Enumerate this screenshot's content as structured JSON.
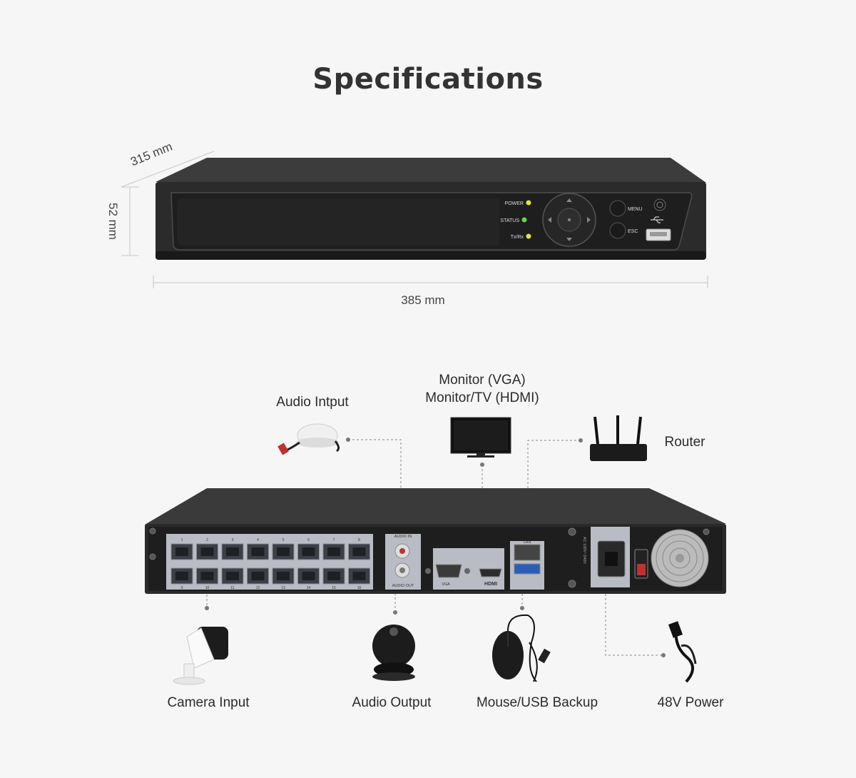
{
  "title": "Specifications",
  "dimensions": {
    "depth": "315 mm",
    "height": "52 mm",
    "width": "385 mm"
  },
  "front_panel": {
    "led_power": "POWER",
    "led_status": "STATUS",
    "led_txrx": "Tx/Rx",
    "btn_menu": "MENU",
    "btn_esc": "ESC"
  },
  "rear_panel": {
    "audio_in": "AUDIO IN",
    "audio_out": "AUDIO OUT",
    "vga": "VGA",
    "hdmi": "HDMI",
    "lan": "LAN",
    "power_rating": "AC 100V~240V",
    "port_numbers": [
      "1",
      "2",
      "3",
      "4",
      "5",
      "6",
      "7",
      "8",
      "9",
      "10",
      "11",
      "12",
      "13",
      "14",
      "15",
      "16"
    ]
  },
  "connections": {
    "audio_input": "Audio Intput",
    "monitor_vga": "Monitor (VGA)",
    "monitor_hdmi": "Monitor/TV (HDMI)",
    "router": "Router",
    "camera_input": "Camera Input",
    "audio_output": "Audio Output",
    "mouse_usb": "Mouse/USB Backup",
    "power": "48V Power"
  },
  "colors": {
    "background": "#f6f6f6",
    "device_body": "#2a2a2a",
    "rear_plate": "#b9bcc4",
    "led_yellow": "#e8e04a",
    "led_green": "#6ad14a",
    "connector_line": "#888888"
  }
}
